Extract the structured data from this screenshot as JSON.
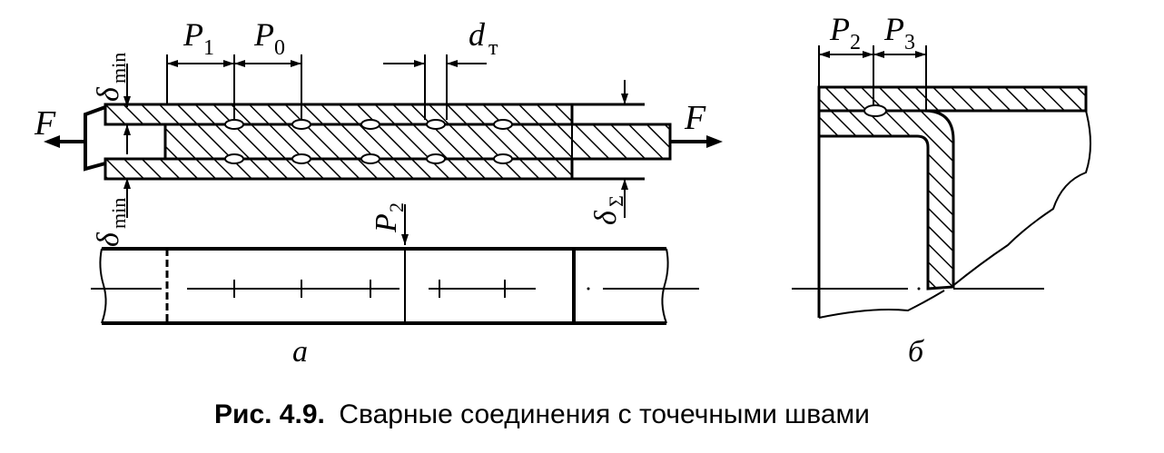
{
  "labels": {
    "F_left": "F",
    "F_right": "F",
    "delta_min_top": "δ",
    "delta_min_top_sub": "min",
    "delta_min_bottom": "δ",
    "delta_min_bottom_sub": "min",
    "delta_sigma": "δ",
    "delta_sigma_sub": "Σ",
    "P1": "P",
    "P1_sub": "1",
    "P0": "P",
    "P0_sub": "0",
    "d_t": "d",
    "d_t_sub": "т",
    "P2_a": "P",
    "P2_a_sub": "2",
    "P2_b": "P",
    "P2_b_sub": "2",
    "P3_b": "P",
    "P3_b_sub": "3",
    "part_a": "а",
    "part_b": "б"
  },
  "caption": {
    "bold": "Рис. 4.9.",
    "text": "Сварные соединения с точечными швами"
  }
}
